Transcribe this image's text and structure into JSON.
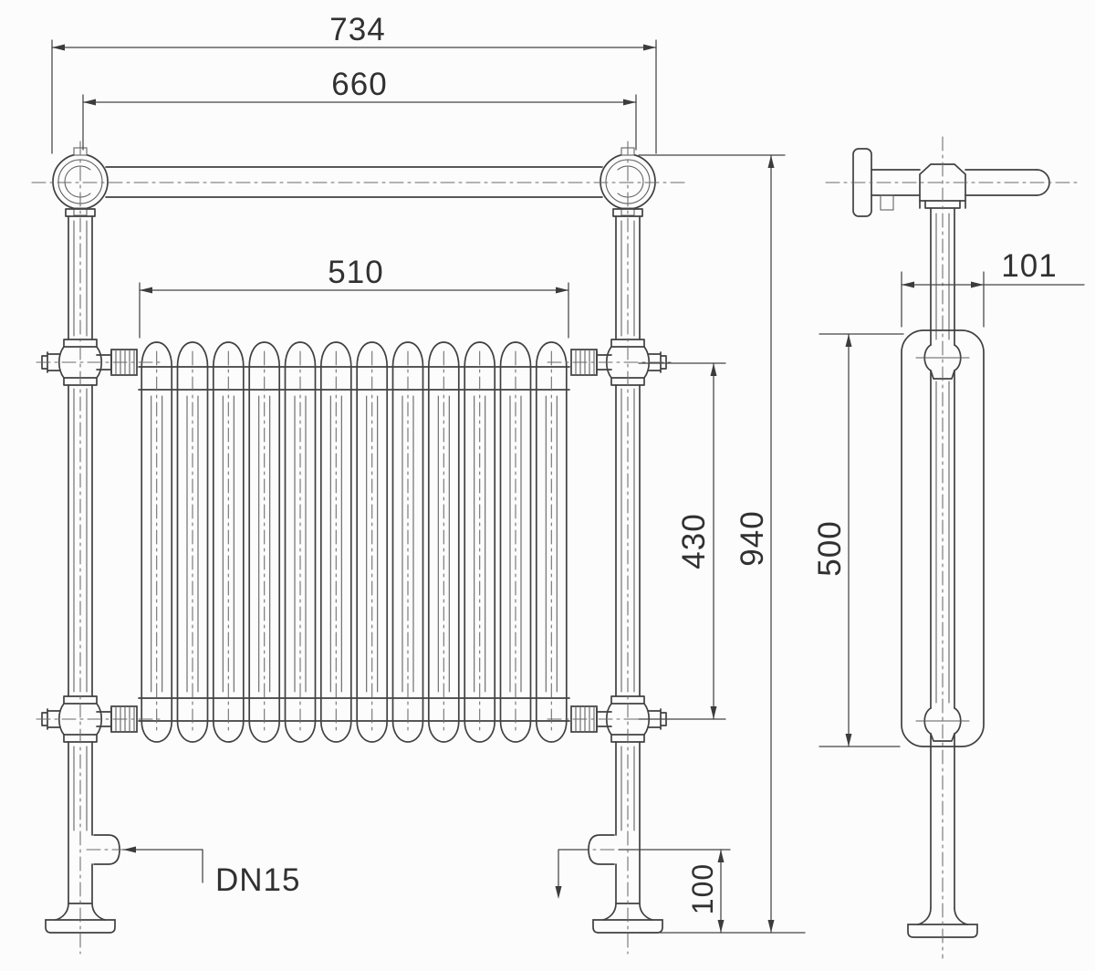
{
  "drawing": {
    "title": "Traditional heated towel rail radiator - dimensioned technical drawing",
    "views": {
      "front": "front view",
      "side": "side view"
    },
    "dimensions": {
      "overall_width": "734",
      "rail_width": "660",
      "radiator_width": "510",
      "radiator_height": "430",
      "overall_height": "940",
      "side_panel_height": "500",
      "depth": "101",
      "inlet_height": "100"
    },
    "labels": {
      "connection": "DN15"
    },
    "radiator": {
      "sections": 12
    },
    "colors": {
      "line": "#414141",
      "centerline": "#6a6a6a",
      "text": "#313131",
      "background": "#fcfcfc"
    }
  }
}
